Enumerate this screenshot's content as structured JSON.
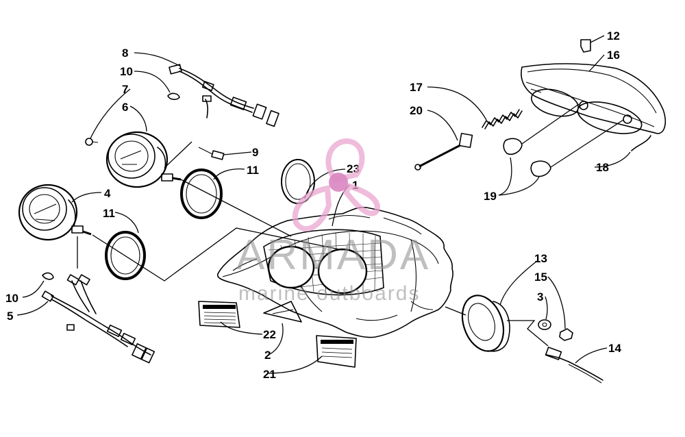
{
  "callouts": [
    {
      "id": "c1",
      "text": "1"
    },
    {
      "id": "c2",
      "text": "2"
    },
    {
      "id": "c3",
      "text": "3"
    },
    {
      "id": "c4",
      "text": "4"
    },
    {
      "id": "c5",
      "text": "5"
    },
    {
      "id": "c6",
      "text": "6"
    },
    {
      "id": "c7",
      "text": "7"
    },
    {
      "id": "c8",
      "text": "8"
    },
    {
      "id": "c9",
      "text": "9"
    },
    {
      "id": "c10a",
      "text": "10"
    },
    {
      "id": "c10b",
      "text": "10"
    },
    {
      "id": "c11a",
      "text": "11"
    },
    {
      "id": "c11b",
      "text": "11"
    },
    {
      "id": "c12",
      "text": "12"
    },
    {
      "id": "c13",
      "text": "13"
    },
    {
      "id": "c14",
      "text": "14"
    },
    {
      "id": "c15",
      "text": "15"
    },
    {
      "id": "c16",
      "text": "16"
    },
    {
      "id": "c17",
      "text": "17"
    },
    {
      "id": "c18",
      "text": "18"
    },
    {
      "id": "c19",
      "text": "19"
    },
    {
      "id": "c20",
      "text": "20"
    },
    {
      "id": "c21",
      "text": "21"
    },
    {
      "id": "c22",
      "text": "22"
    },
    {
      "id": "c23",
      "text": "23"
    }
  ],
  "watermark": {
    "brand": "ARMADA",
    "tagline": "marine outboards",
    "logo_color": "#e9a6cf",
    "logo_dot_color": "#d985c0"
  }
}
